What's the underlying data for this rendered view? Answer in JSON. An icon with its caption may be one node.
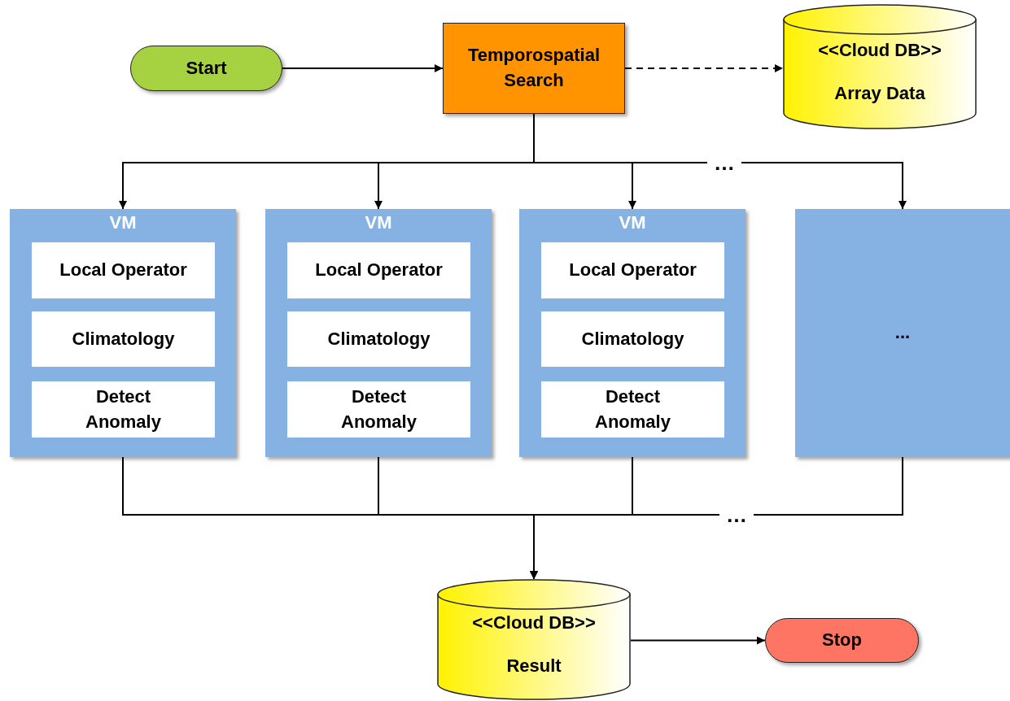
{
  "diagram": {
    "nodes": [
      {
        "text": [
          "Start"
        ]
      },
      {
        "text": [
          "Temporospatial Search"
        ]
      },
      {
        "text": [
          "<<Cloud DB>>",
          "Array Data"
        ]
      },
      {
        "text": [
          "VM"
        ]
      },
      {
        "text": [
          "Local Operator"
        ],
        "in": 3
      },
      {
        "text": [
          "Climatology"
        ],
        "in": 3
      },
      {
        "text": [
          "Detect Anomaly"
        ],
        "in": 3
      },
      {
        "text": [
          "VM"
        ]
      },
      {
        "text": [
          "Local Operator"
        ],
        "in": 7
      },
      {
        "text": [
          "Climatology"
        ],
        "in": 7
      },
      {
        "text": [
          "Detect Anomaly"
        ],
        "in": 7
      },
      {
        "text": [
          "VM"
        ]
      },
      {
        "text": [
          "Local Operator"
        ],
        "in": 11
      },
      {
        "text": [
          "Climatology"
        ],
        "in": 11
      },
      {
        "text": [
          "Detect Anomaly"
        ],
        "in": 11
      },
      {
        "text": [
          "..."
        ]
      },
      {
        "text": [
          "<<Cloud DB>>",
          "Result"
        ]
      },
      {
        "text": [
          "Stop"
        ]
      }
    ],
    "edges": [
      {
        "from": 0,
        "to": 1,
        "arrow": "to"
      },
      {
        "from": 1,
        "to": 2,
        "arrow": "to",
        "style": "dashed"
      },
      {
        "from": 1,
        "to": 3,
        "arrow": "to"
      },
      {
        "from": 1,
        "to": 7,
        "arrow": "to"
      },
      {
        "from": 1,
        "to": 11,
        "arrow": "to"
      },
      {
        "from": 1,
        "to": 15,
        "arrow": "to"
      },
      {
        "from": 3,
        "to": 16,
        "arrow": "to"
      },
      {
        "from": 7,
        "to": 16,
        "arrow": "to"
      },
      {
        "from": 11,
        "to": 16,
        "arrow": "to"
      },
      {
        "from": 15,
        "to": 16,
        "arrow": "to"
      },
      {
        "from": 16,
        "to": 17,
        "arrow": "to"
      }
    ],
    "labels": [
      "…",
      "…"
    ]
  }
}
